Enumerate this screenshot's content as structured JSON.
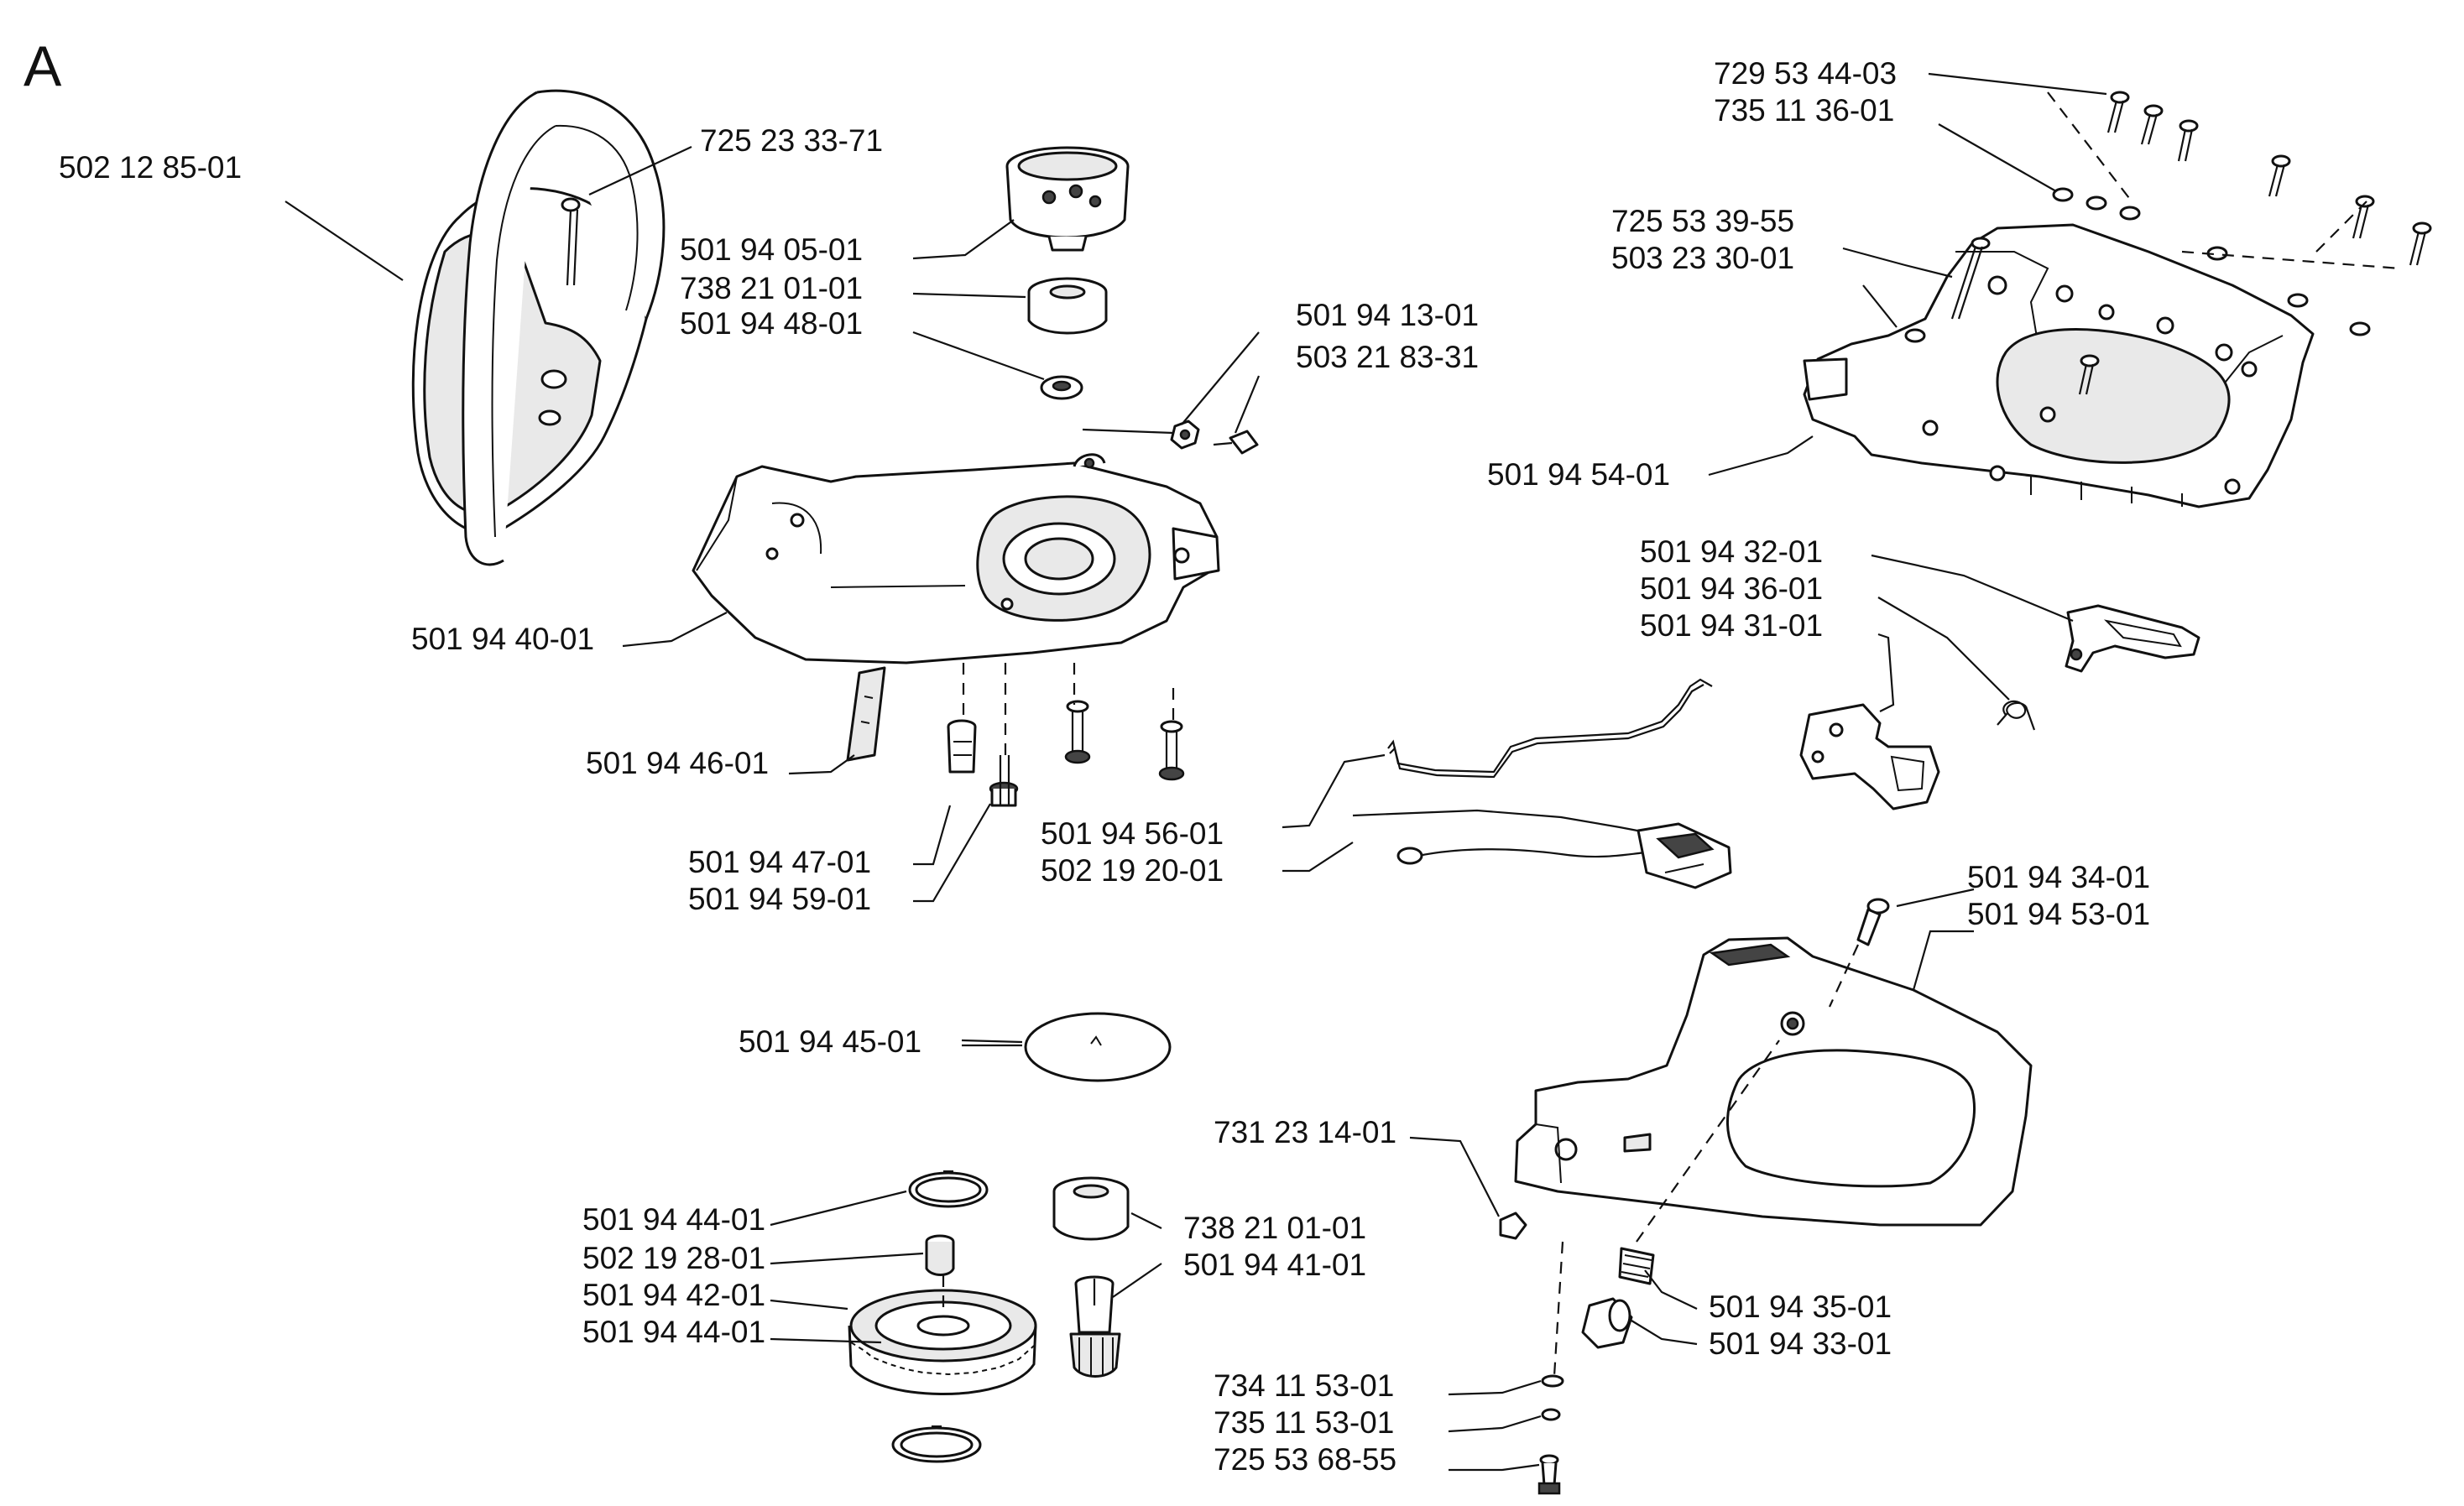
{
  "section_letter": "A",
  "colors": {
    "ink": "#111111",
    "paper": "#ffffff",
    "shade": "#e9e9e9"
  },
  "labels": {
    "l_502128501": "502 12 85-01",
    "l_725233371": "725 23 33-71",
    "l_501940501": "501 94 05-01",
    "l_738210101a": "738 21 01-01",
    "l_501944801": "501 94 48-01",
    "l_501941301": "501 94 13-01",
    "l_503218331": "503 21 83-31",
    "l_501944001": "501 94 40-01",
    "l_501944601": "501 94 46-01",
    "l_501944701": "501 94 47-01",
    "l_501945901": "501 94 59-01",
    "l_501945601": "501 94 56-01",
    "l_502192001": "502 19 20-01",
    "l_501944501": "501 94 45-01",
    "l_501944401a": "501 94 44-01",
    "l_502192801": "502 19 28-01",
    "l_501944201": "501 94 42-01",
    "l_501944401b": "501 94 44-01",
    "l_738210101b": "738 21 01-01",
    "l_501944101": "501 94 41-01",
    "l_729534403": "729 53 44-03",
    "l_735113601": "735 11 36-01",
    "l_725533955": "725 53 39-55",
    "l_503233001": "503 23 30-01",
    "l_501945401": "501 94 54-01",
    "l_501943201": "501 94 32-01",
    "l_501943601": "501 94 36-01",
    "l_501943101": "501 94 31-01",
    "l_501943401": "501 94 34-01",
    "l_501945301": "501 94 53-01",
    "l_731231401": "731 23 14-01",
    "l_501943501": "501 94 35-01",
    "l_501943301": "501 94 33-01",
    "l_734115301": "734 11 53-01",
    "l_735115301": "735 11 53-01",
    "l_725536855": "725 53 68-55"
  }
}
